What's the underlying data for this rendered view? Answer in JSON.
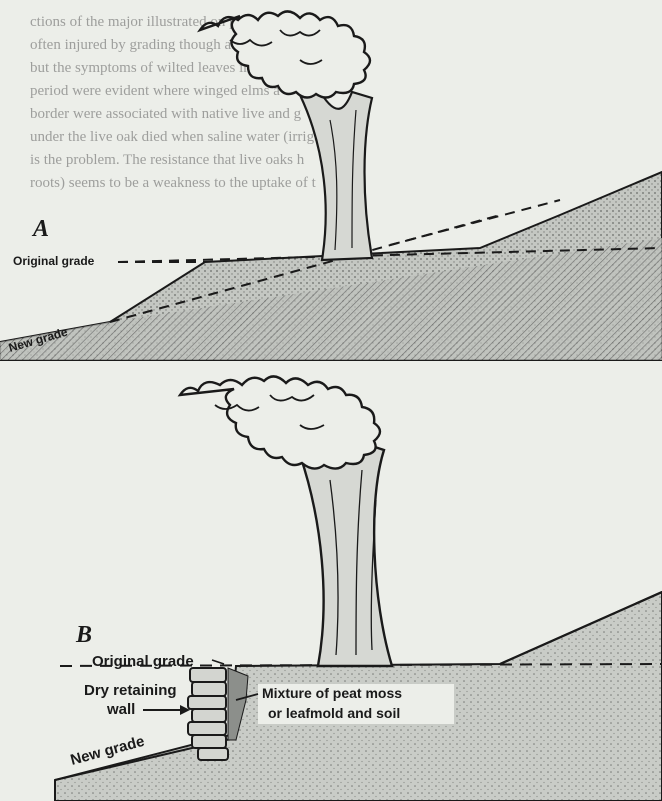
{
  "figure_a": {
    "panel_label": "A",
    "original_grade_label": "Original grade",
    "new_grade_label": "New grade"
  },
  "figure_b": {
    "panel_label": "B",
    "original_grade_label": "Original grade",
    "wall_label_line1": "Dry retaining",
    "wall_label_line2": "wall",
    "mixture_line1": "Mixture of peat moss",
    "mixture_line2": "or leafmold and soil",
    "new_grade_label": "New grade"
  },
  "bleed_through_text": [
    "ctions of the major illustrated on page (6) be",
    "often injured by grading though a drought period",
    "but the symptoms of wilted leaves in a rel",
    "period were evident where winged elms a",
    "border were associated with native live and g",
    "under the live oak died when saline water (irrigati",
    "is the problem. The resistance that live oaks h",
    "roots) seems to be a weakness to the uptake of t"
  ],
  "colors": {
    "paper": "#eceee9",
    "ink": "#1a1a1a",
    "soil_shade": "#b9bcb8"
  }
}
